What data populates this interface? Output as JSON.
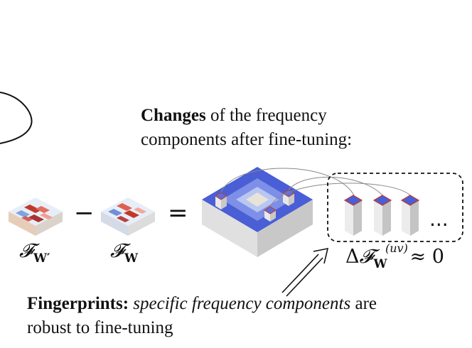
{
  "changes": {
    "bold": "Changes",
    "rest1": " of the frequency",
    "line2": "components after fine-tuning:"
  },
  "fingerprints": {
    "bold": "Fingerprints:",
    "italic": " specific frequency components",
    "rest": " are",
    "line2": "robust to fine-tuning"
  },
  "labels": {
    "fw_prime_cal": "𝓕",
    "fw_prime_sub": "W′",
    "fw_cal": "𝓕",
    "fw_sub": "W",
    "minus": "−",
    "equals": "=",
    "ellipsis": "...",
    "delta_prefix": "Δ",
    "delta_cal": "𝓕",
    "delta_sub": "W",
    "delta_sup": "(uv)",
    "delta_suffix": "≈ 0"
  },
  "colors": {
    "blue": "#4a5ed6",
    "light_blue": "#c9d6f5",
    "red": "#c0392b",
    "gray_side": "#cfcfcf"
  }
}
